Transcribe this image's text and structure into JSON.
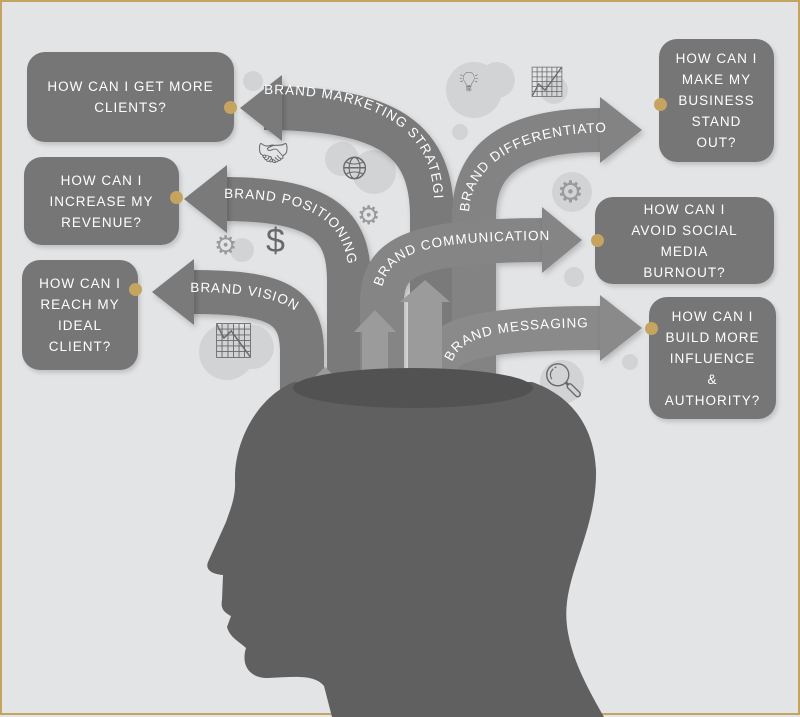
{
  "colors": {
    "background": "#e3e4e6",
    "box": "#767676",
    "arrow": "#7a7a7a",
    "head": "#606060",
    "accent": "#c4a45f"
  },
  "questions": [
    {
      "text": "HOW CAN I GET MORE CLIENTS?"
    },
    {
      "text": "HOW CAN I INCREASE MY REVENUE?"
    },
    {
      "text": "HOW CAN I REACH MY IDEAL CLIENT?"
    },
    {
      "text": "HOW CAN I MAKE MY BUSINESS STAND OUT?"
    },
    {
      "text": "HOW CAN I AVOID SOCIAL MEDIA BURNOUT?"
    },
    {
      "text": "HOW CAN I BUILD MORE INFLUENCE & AUTHORITY?"
    }
  ],
  "arrows": [
    {
      "label": "BRAND MARKETING STRATEGIES"
    },
    {
      "label": "BRAND POSITIONING"
    },
    {
      "label": "BRAND VISION"
    },
    {
      "label": "BRAND DIFFERENTIATOR"
    },
    {
      "label": "BRAND COMMUNICATION"
    },
    {
      "label": "BRAND MESSAGING"
    }
  ],
  "icons": [
    "lightbulb-icon",
    "growth-chart-icon",
    "handshake-icon",
    "globe-icon",
    "gear-icon",
    "dollar-icon",
    "magnifier-icon",
    "bell-curve-chart-icon"
  ]
}
